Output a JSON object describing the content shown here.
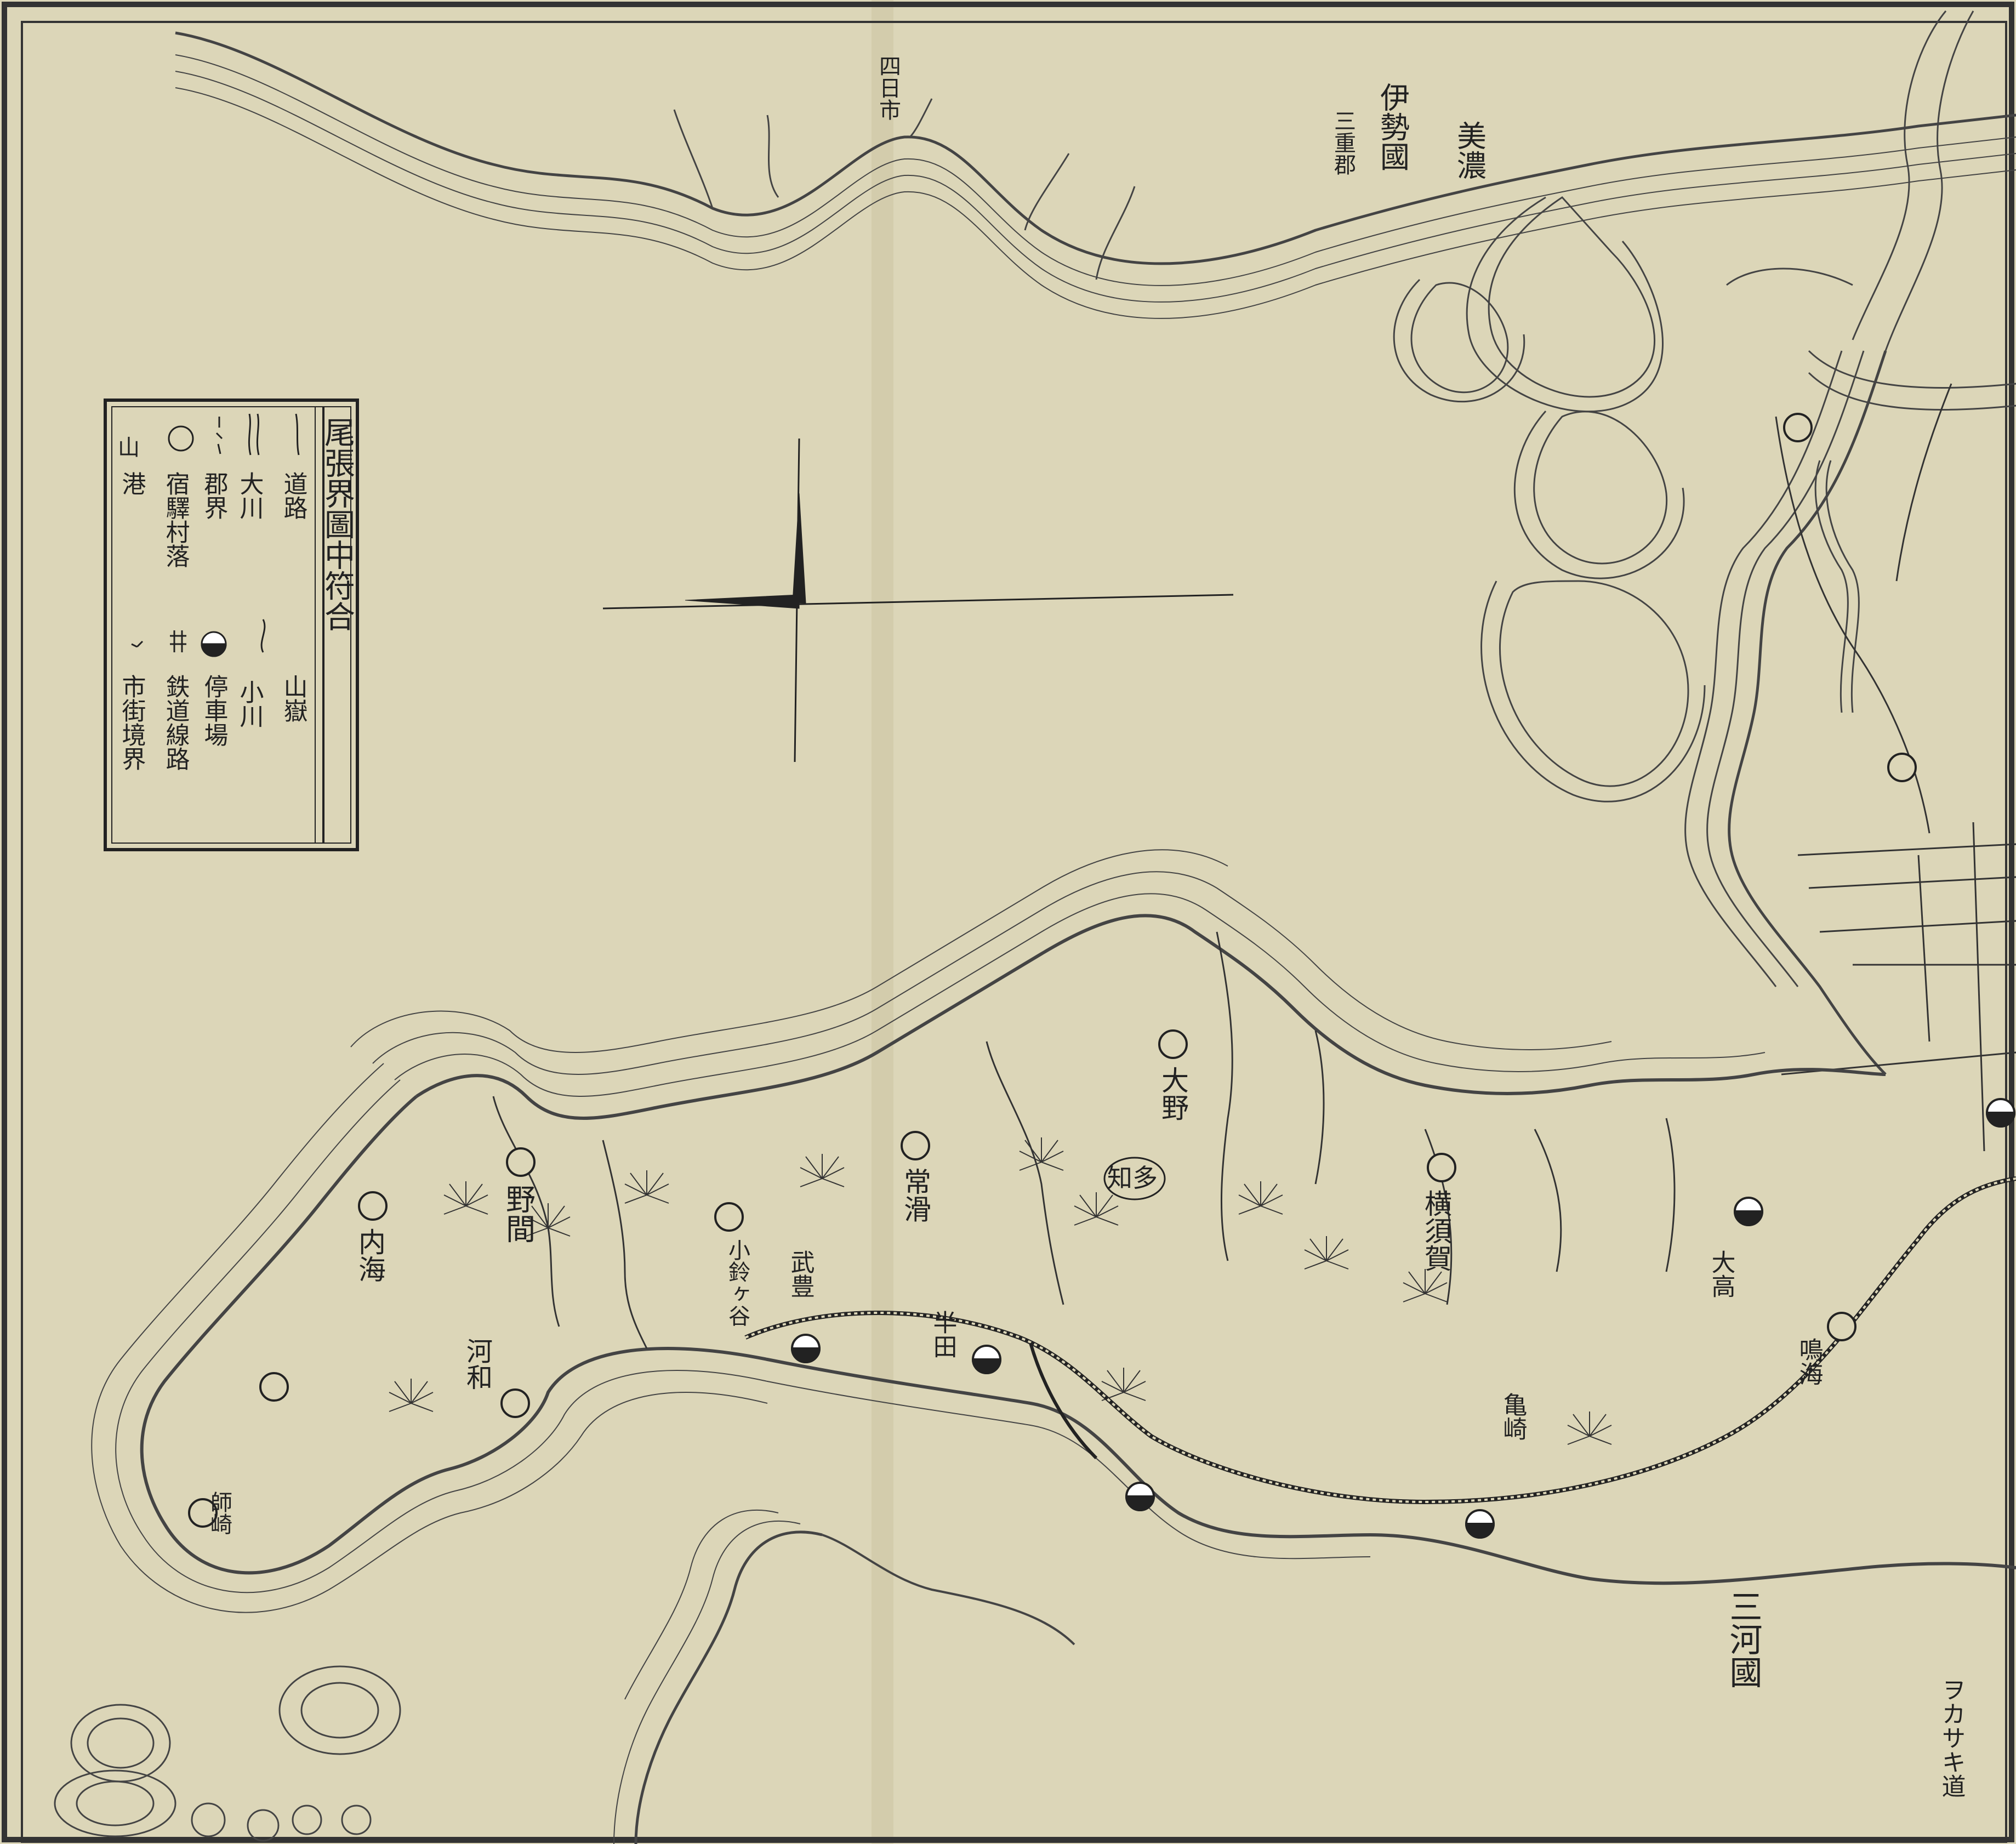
{
  "legend": {
    "title": "尾張界圖中符合",
    "items": [
      {
        "symbol": "road-line",
        "text": "道路"
      },
      {
        "symbol": "mountain",
        "text": "山嶽"
      },
      {
        "symbol": "river-large",
        "text": "大川"
      },
      {
        "symbol": "river-small",
        "text": "小川"
      },
      {
        "symbol": "county-border",
        "text": "郡界"
      },
      {
        "symbol": "station",
        "text": "停車場"
      },
      {
        "symbol": "village-circle",
        "text": "宿驛村落"
      },
      {
        "symbol": "railway",
        "text": "鉄道線路"
      },
      {
        "symbol": "port",
        "text": "港"
      },
      {
        "symbol": "city-border",
        "text": "市街境界"
      }
    ],
    "port_symbol": "山"
  },
  "regions": {
    "ise": "伊勢國",
    "mie": "三重郡",
    "mino": "美濃",
    "mikawa": "三河國"
  },
  "places": {
    "noma": "野間",
    "utsumi": "内海",
    "kosuga": "小鈴ヶ谷",
    "tokoname": "常滑",
    "ono": "大野",
    "chita": "知多",
    "yokosuka": "横須賀",
    "handa": "半田",
    "taketoyo": "武豊",
    "kamezaki": "亀崎",
    "kawawa": "河和",
    "morozaki": "師崎",
    "otaka": "大高",
    "narumi": "鳴海",
    "yokkaichi": "四日市",
    "okehazama_road": "ヲカサキ道"
  }
}
